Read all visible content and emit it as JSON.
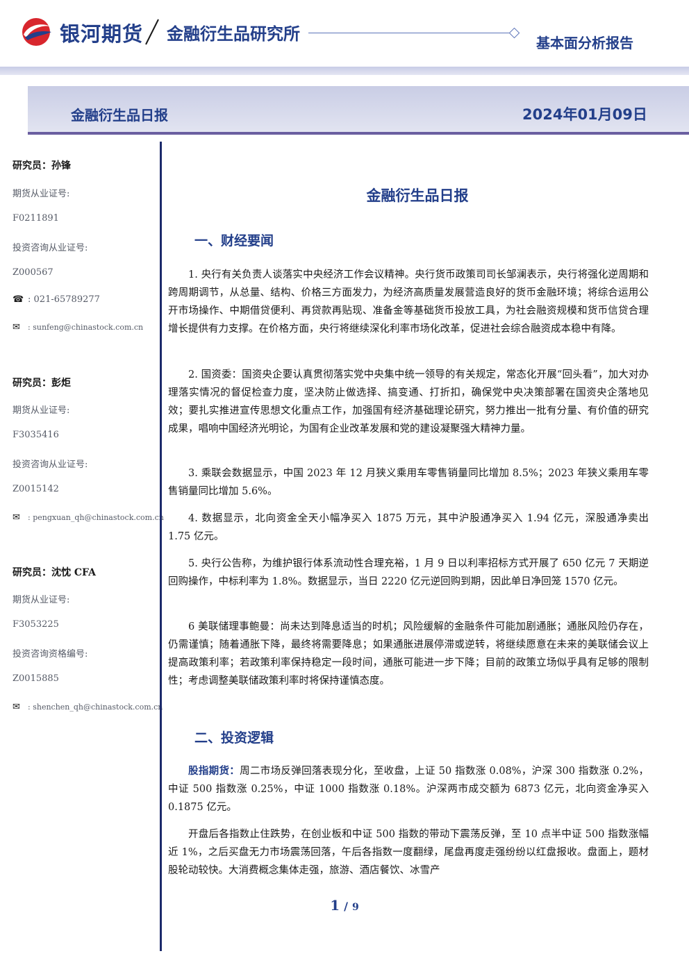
{
  "header": {
    "brand": "银河期货",
    "institute": "金融衍生品研究所",
    "report_type": "基本面分析报告",
    "brand_color": "#233f8a",
    "logo_red": "#d8262d"
  },
  "title_bar": {
    "title": "金融衍生品日报",
    "date": "2024年01月09日"
  },
  "researchers": [
    {
      "name_label": "研究员：孙锋",
      "license_label": "期货从业证号:",
      "license": "F0211891",
      "consult_label": "投资咨询从业证号:",
      "consult": "Z000567",
      "phone": "021-65789277",
      "email": "sunfeng@chinastock.com.cn"
    },
    {
      "name_label": "研究员：彭炬",
      "license_label": "期货从业证号:",
      "license": "F3035416",
      "consult_label": "投资咨询从业证号:",
      "consult": "Z0015142",
      "email": "pengxuan_qh@chinastock.com.cn"
    },
    {
      "name_label": "研究员：沈忱 CFA",
      "license_label": "期货从业证号:",
      "license": "F3053225",
      "consult_label": "投资咨询资格编号:",
      "consult": "Z0015885",
      "email": "shenchen_qh@chinastock.com.cn"
    }
  ],
  "main": {
    "title": "金融衍生品日报",
    "section1": "一、财经要闻",
    "news": [
      "1. 央行有关负责人谈落实中央经济工作会议精神。央行货币政策司司长邹澜表示，央行将强化逆周期和跨周期调节，从总量、结构、价格三方面发力，为经济高质量发展营造良好的货币金融环境；将综合运用公开市场操作、中期借贷便利、再贷款再贴现、准备金等基础货币投放工具，为社会融资规模和货币信贷合理增长提供有力支撑。在价格方面，央行将继续深化利率市场化改革，促进社会综合融资成本稳中有降。",
      "2. 国资委：国资央企要认真贯彻落实党中央集中统一领导的有关规定，常态化开展“回头看”，加大对办理落实情况的督促检查力度，坚决防止做选择、搞变通、打折扣，确保党中央决策部署在国资央企落地见效；要扎实推进宣传思想文化重点工作，加强国有经济基础理论研究，努力推出一批有分量、有价值的研究成果，唱响中国经济光明论，为国有企业改革发展和党的建设凝聚强大精神力量。",
      "3. 乘联会数据显示，中国 2023 年 12 月狭义乘用车零售销量同比增加 8.5%；2023 年狭义乘用车零售销量同比增加 5.6%。",
      "4. 数据显示，北向资金全天小幅净买入 1875 万元，其中沪股通净买入 1.94 亿元，深股通净卖出 1.75 亿元。",
      "5. 央行公告称，为维护银行体系流动性合理充裕，1 月 9 日以利率招标方式开展了 650 亿元 7 天期逆回购操作，中标利率为 1.8%。数据显示，当日 2220 亿元逆回购到期，因此单日净回笼 1570 亿元。",
      "6 美联储理事鲍曼：尚未达到降息适当的时机；风险缓解的金融条件可能加剧通胀；通胀风险仍存在，仍需谨慎；随着通胀下降，最终将需要降息；如果通胀进展停滞或逆转，将继续愿意在未来的美联储会议上提高政策利率；若政策利率保持稳定一段时间，通胀可能进一步下降；目前的政策立场似乎具有足够的限制性；考虑调整美联储政策利率时将保持谨慎态度。"
    ],
    "section2": "二、投资逻辑",
    "logic_lead": "股指期货：",
    "logic_p1": "周二市场反弹回落表现分化，至收盘，上证 50 指数涨 0.08%，沪深 300 指数涨 0.2%，中证 500 指数涨 0.25%，中证 1000 指数涨 0.18%。沪深两市成交额为 6873 亿元，北向资金净买入 0.1875 亿元。",
    "logic_p2": "开盘后各指数止住跌势，在创业板和中证 500 指数的带动下震荡反弹，至 10 点半中证 500 指数涨幅近 1%，之后买盘无力市场震荡回落，午后各指数一度翻绿，尾盘再度走强纷纷以红盘报收。盘面上，题材股轮动较快。大消费概念集体走强，旅游、酒店餐饮、冰雪产"
  },
  "footer": {
    "current_page": "1",
    "separator": "/",
    "total_pages": "9"
  }
}
